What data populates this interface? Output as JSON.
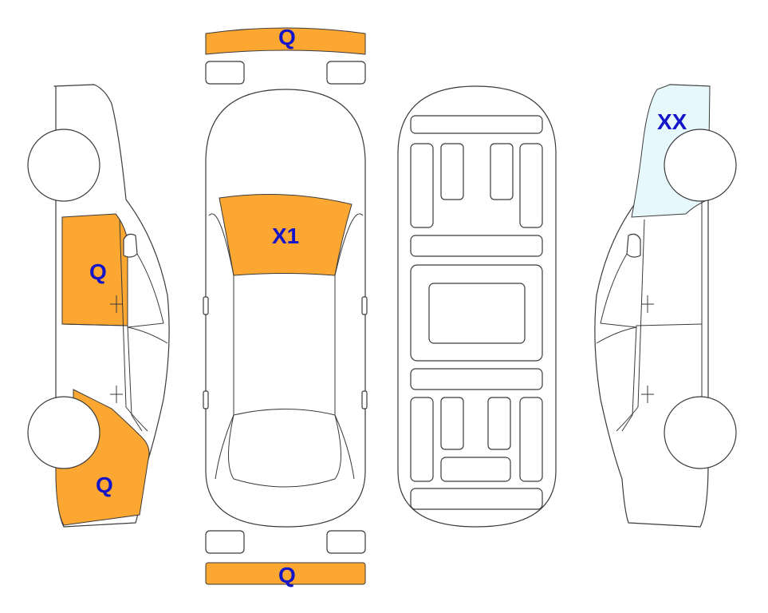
{
  "colors": {
    "damage_q": "#FBA732",
    "damage_xx": "#E6F8FC",
    "label_text": "#1414C8",
    "outline": "#3a3a3a"
  },
  "labels": {
    "front_bumper": "Q",
    "windshield": "X1",
    "left_front_door": "Q",
    "left_rear_quarter": "Q",
    "right_front_fender": "XX",
    "rear_bumper": "Q"
  }
}
